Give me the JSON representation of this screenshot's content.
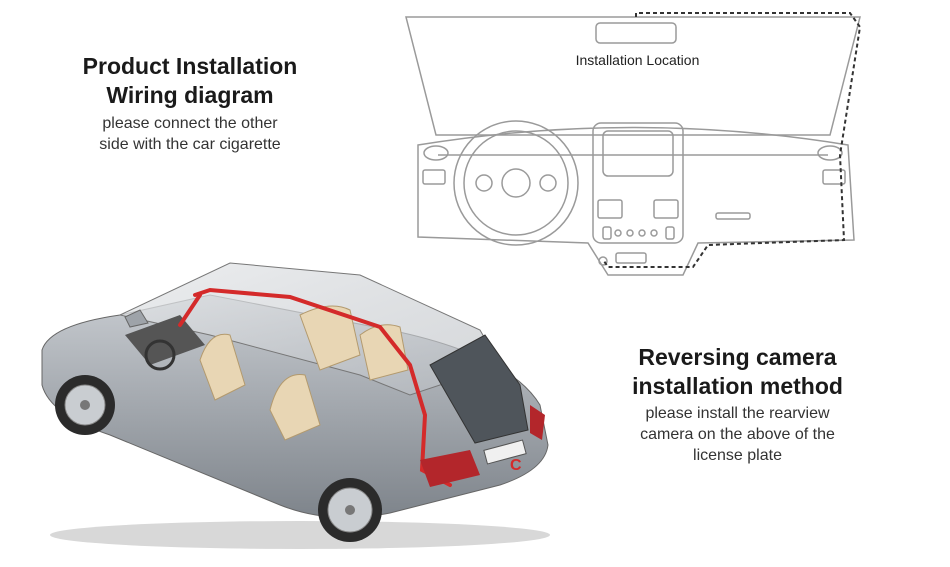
{
  "installation": {
    "title_line1": "Product Installation",
    "title_line2": "Wiring diagram",
    "desc_line1": "please connect the other",
    "desc_line2": "side with the car cigarette"
  },
  "dashboard": {
    "location_label": "Installation Location"
  },
  "reversing": {
    "title_line1": "Reversing camera",
    "title_line2": "installation method",
    "desc_line1": "please install the rearview",
    "desc_line2": "camera on the above of the",
    "desc_line3": "license plate"
  },
  "colors": {
    "wire_red": "#d42a2a",
    "line_gray": "#9a9a9a",
    "car_silver": "#a9aeb4",
    "interior_beige": "#e8d6b4"
  }
}
